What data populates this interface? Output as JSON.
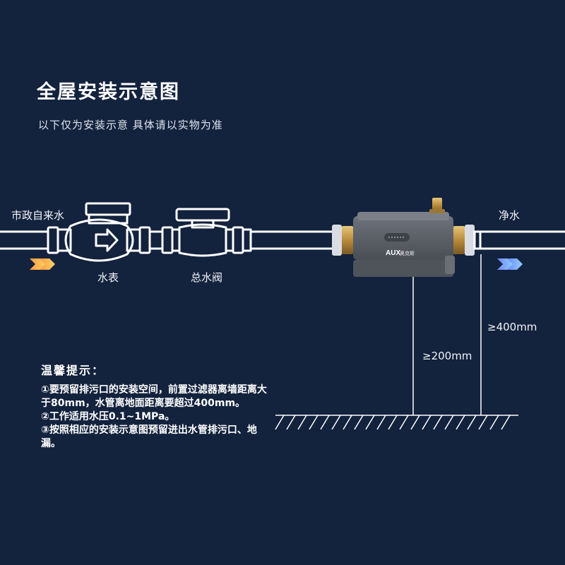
{
  "header": {
    "title": "全屋安装示意图",
    "subtitle": "以下仅为安装示意 具体请以实物为准"
  },
  "labels": {
    "inlet": "市政自来水",
    "meter": "水表",
    "valve": "总水阀",
    "outlet": "净水",
    "dim_400": "≥400mm",
    "dim_200": "≥200mm"
  },
  "device": {
    "brand": "AUX",
    "brand_cn": "奥克斯"
  },
  "tips": {
    "title": "温馨提示：",
    "items": [
      "①要预留排污口的安装空间，前置过滤器离墙距离大于80mm，水管离地面距离要超过400mm。",
      "②工作适用水压0.1~1MPa。",
      "③按照相应的安装示意图预留进出水管排污口、地漏。"
    ]
  },
  "colors": {
    "background": "#13223d",
    "inlet_arrow_start": "#ff9a3c",
    "inlet_arrow_end": "#ffd36b",
    "outlet_arrow_start": "#6f87ff",
    "outlet_arrow_end": "#8fd0ff",
    "device_body": "#5c6068",
    "brass": "#c8a050"
  }
}
